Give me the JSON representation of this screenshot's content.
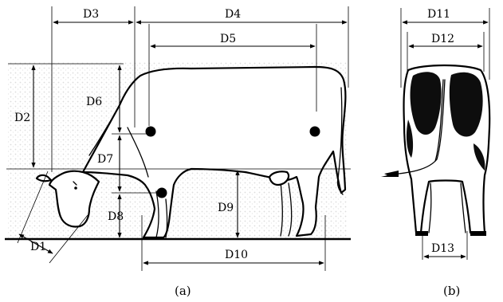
{
  "figure": {
    "panel_a_caption": "(a)",
    "panel_b_caption": "(b)"
  },
  "dimensions": {
    "d1": "D1",
    "d2": "D2",
    "d3": "D3",
    "d4": "D4",
    "d5": "D5",
    "d6": "D6",
    "d7": "D7",
    "d8": "D8",
    "d9": "D9",
    "d10": "D10",
    "d11": "D11",
    "d12": "D12",
    "d13": "D13"
  },
  "colors": {
    "ink": "#000000",
    "background": "#ffffff",
    "speckle": "#e6e6e6"
  }
}
